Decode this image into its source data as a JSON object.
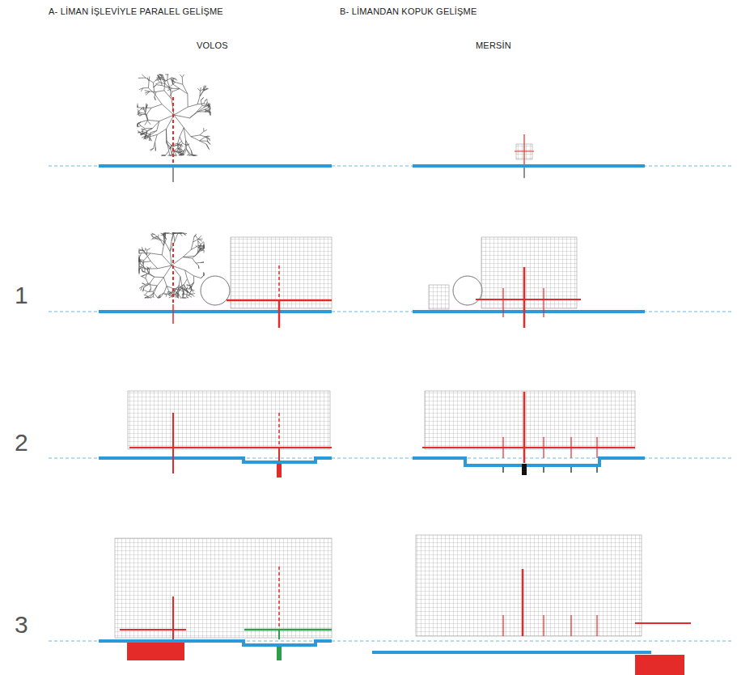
{
  "diagram": {
    "labels": [
      "A- LİMAN İŞLEVİYLE PARALEL GELİŞME",
      "B- LİMANDAN KOPUK GELİŞME",
      "VOLOS",
      "MERSİN",
      "1",
      "2",
      "3"
    ]
  }
}
